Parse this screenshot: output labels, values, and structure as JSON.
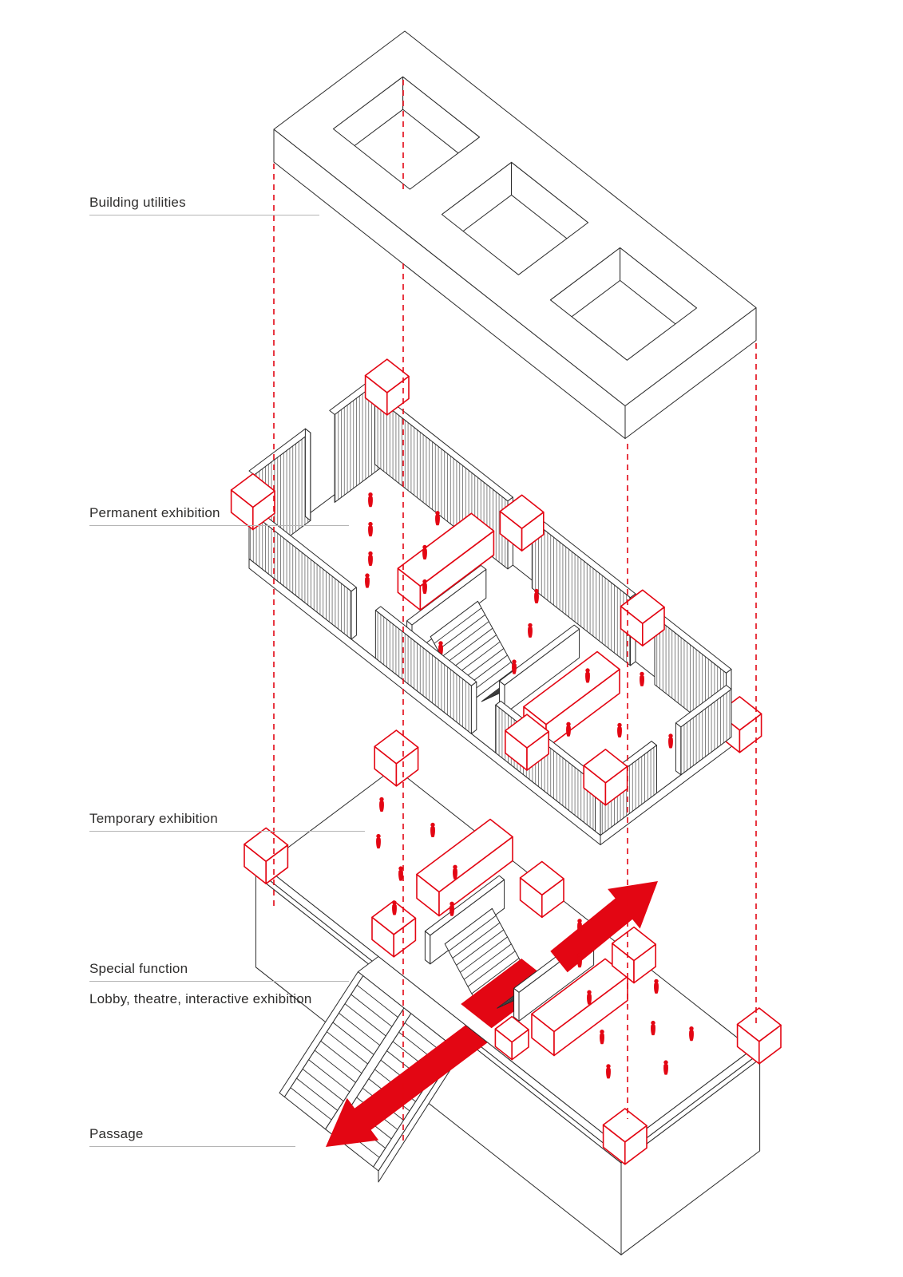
{
  "labels": {
    "building_utilities": {
      "text": "Building utilities"
    },
    "permanent_exhibition": {
      "text": "Permanent exhibition"
    },
    "temporary_exhibition": {
      "text": "Temporary exhibition"
    },
    "special_function": {
      "text": "Special function"
    },
    "special_function_sub": {
      "text": "Lobby, theatre, interactive exhibition"
    },
    "passage": {
      "text": "Passage"
    }
  },
  "colors": {
    "red": "#e30613",
    "black": "#2b2b2b",
    "hatch": "#4f4f4f",
    "underline_gray": "#b5b5b5",
    "text": "#2e2d2c",
    "background": "#ffffff"
  },
  "glyph_legend": {
    "person": "person-icon",
    "cube": "exhibit-cube",
    "arrow": "circulation-arrow",
    "dashes": "alignment-dashed-line"
  }
}
